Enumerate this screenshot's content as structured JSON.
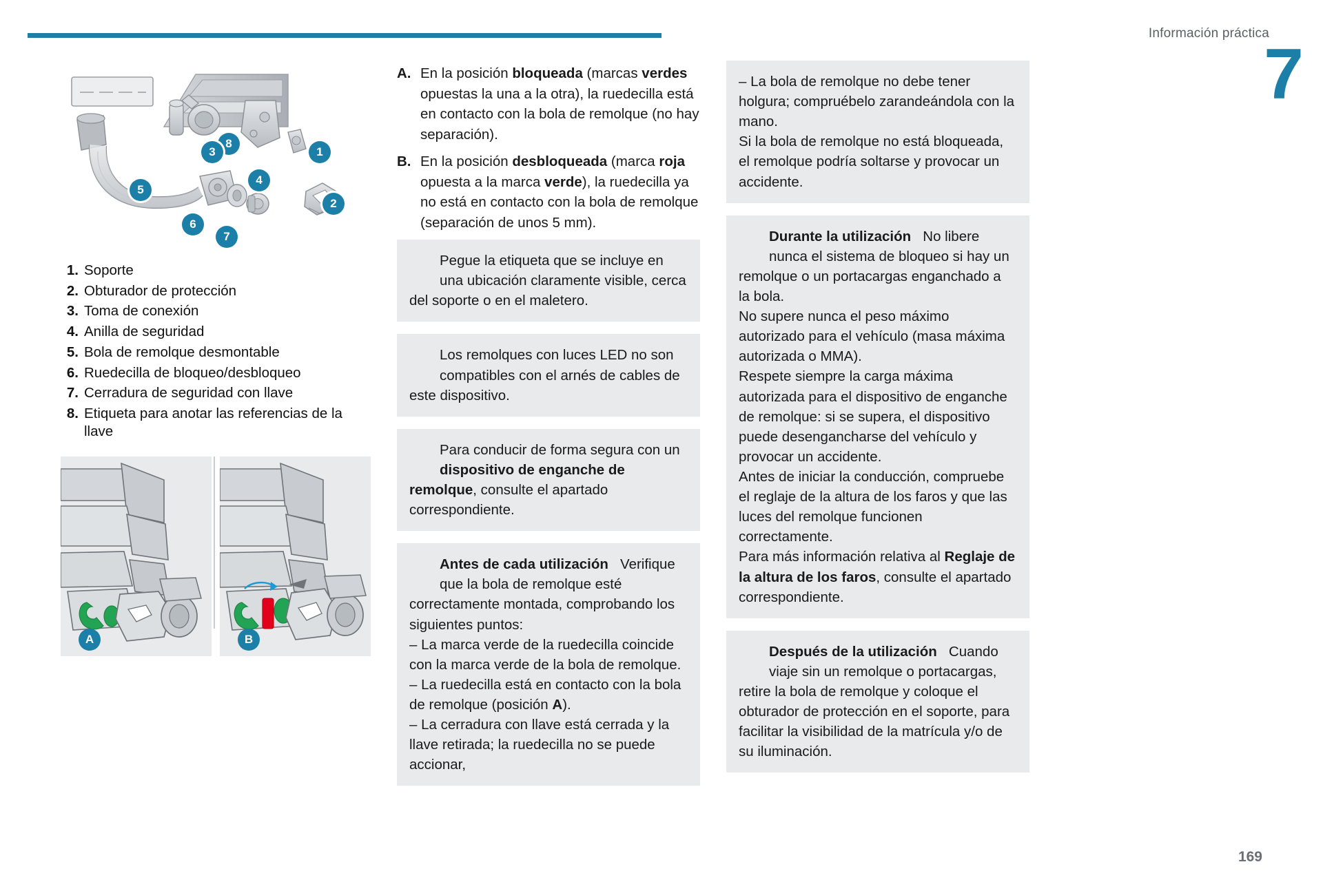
{
  "header": {
    "section_title": "Información práctica",
    "chapter_number": "7"
  },
  "page_number": "169",
  "figure_main": {
    "callouts": [
      "8",
      "3",
      "1",
      "5",
      "4",
      "2",
      "6",
      "7"
    ]
  },
  "legend": {
    "items": [
      {
        "num": "1.",
        "text": "Soporte"
      },
      {
        "num": "2.",
        "text": "Obturador de protección"
      },
      {
        "num": "3.",
        "text": "Toma de conexión"
      },
      {
        "num": "4.",
        "text": "Anilla de seguridad"
      },
      {
        "num": "5.",
        "text": "Bola de remolque desmontable"
      },
      {
        "num": "6.",
        "text": "Ruedecilla de bloqueo/desbloqueo"
      },
      {
        "num": "7.",
        "text": "Cerradura de seguridad con llave"
      },
      {
        "num": "8.",
        "text": "Etiqueta para anotar las referencias de la llave"
      }
    ]
  },
  "figure_pair": {
    "badge_a": "A",
    "badge_b": "B"
  },
  "ab_paragraphs": {
    "a": {
      "letter": "A.",
      "part1": "En la posición ",
      "bold1": "bloqueada",
      "part2": " (marcas ",
      "bold2": "verdes",
      "part3": " opuestas la una a la otra), la ruedecilla está en contacto con la bola de remolque (no hay separación)."
    },
    "b": {
      "letter": "B.",
      "part1": "En la posición ",
      "bold1": "desbloqueada",
      "part2": " (marca ",
      "bold2": "roja",
      "part3": " opuesta a la marca ",
      "bold3": "verde",
      "part4": "), la ruedecilla ya no está en contacto con la bola de remolque (separación de unos 5 mm)."
    }
  },
  "notes_middle": [
    {
      "icon": "info-icon",
      "text": "Pegue la etiqueta que se incluye en una ubicación claramente visible, cerca del soporte o en el maletero."
    },
    {
      "icon": "warning-icon",
      "text": "Los remolques con luces LED no son compatibles con el arnés de cables de este dispositivo."
    },
    {
      "icon": "info-icon",
      "part1": "Para conducir de forma segura con un ",
      "bold1": "dispositivo de enganche de remolque",
      "part2": ", consulte el apartado correspondiente."
    },
    {
      "icon": "warning-icon",
      "title": "Antes de cada utilización",
      "body": "Verifique que la bola de remolque esté correctamente montada, comprobando los siguientes puntos:",
      "bullets_pre": "– La marca verde de la ruedecilla coincide con la marca verde de la bola de remolque.",
      "bullet2_part1": "– La ruedecilla está en contacto con la bola de remolque (posición ",
      "bullet2_bold": "A",
      "bullet2_part2": ").",
      "bullet3": "– La cerradura con llave está cerrada y la llave retirada; la ruedecilla no se puede accionar,"
    }
  ],
  "notes_right": [
    {
      "icon": "none",
      "line1": "– La bola de remolque no debe tener holgura; compruébelo zarandeándola con la mano.",
      "line2": "Si la bola de remolque no está bloqueada, el remolque podría soltarse y provocar un accidente."
    },
    {
      "icon": "warning-icon",
      "title": "Durante la utilización",
      "p1": "No libere nunca el sistema de bloqueo si hay un remolque o un portacargas enganchado a la bola.",
      "p2": "No supere nunca el peso máximo autorizado para el vehículo (masa máxima autorizada o MMA).",
      "p3": "Respete siempre la carga máxima autorizada para el dispositivo de enganche de remolque: si se supera, el dispositivo puede desengancharse del vehículo y provocar un accidente.",
      "p4": "Antes de iniciar la conducción, compruebe el reglaje de la altura de los faros y que las luces del remolque funcionen correctamente.",
      "p5_part1": "Para más información relativa al ",
      "p5_bold": "Reglaje de la altura de los faros",
      "p5_part2": ", consulte el apartado correspondiente."
    },
    {
      "icon": "warning-icon",
      "title": "Después de la utilización",
      "p1": "Cuando viaje sin un remolque o portacargas, retire la bola de remolque y coloque el obturador de protección en el soporte, para facilitar la visibilidad de la matrícula y/o de su iluminación."
    }
  ],
  "colors": {
    "accent": "#1b7fa8",
    "info": "#1a9ad7",
    "warning": "#e2001a",
    "note_bg": "#e9eaec",
    "green_mark": "#23a455",
    "red_mark": "#e2001a"
  }
}
